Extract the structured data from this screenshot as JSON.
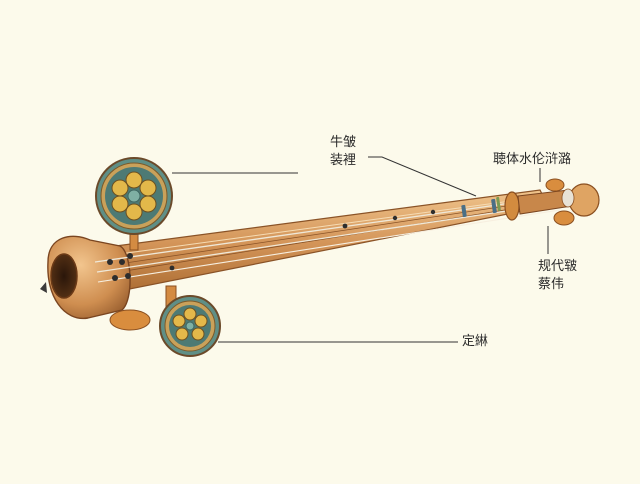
{
  "labels": {
    "top_line1": "牛皱",
    "top_line2": "装裡",
    "right_top": "聴体水伦浒潞",
    "right_mid_line1": "规代皲",
    "right_mid_line2": "蔡伟",
    "bottom": "定綝"
  },
  "colors": {
    "background": "#fcfaeb",
    "wood_light": "#e7b57c",
    "wood_mid": "#c98c4f",
    "wood_dark": "#8a5327",
    "disc_teal": "#5f8f86",
    "disc_gold": "#d9a93a",
    "leader_line": "#333333"
  }
}
